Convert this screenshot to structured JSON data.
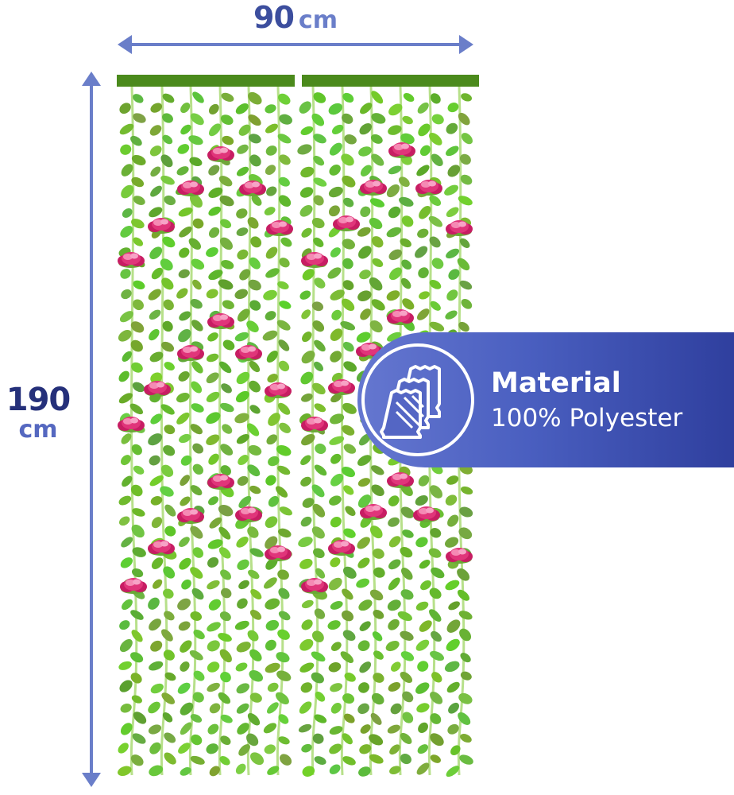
{
  "dimensions": {
    "width_value": "90",
    "width_unit": "cm",
    "height_value": "190",
    "height_unit": "cm"
  },
  "material_badge": {
    "title": "Material",
    "value": "100% Polyester",
    "icon": "fabric-layers-icon"
  },
  "colors": {
    "dimension_arrow": "#6a7ec9",
    "dimension_text": "#3c4e9e",
    "badge_start": "#6577d0",
    "badge_end": "#2f3f9e",
    "rail": "#4b8a1c",
    "leaf": "#7cc23a",
    "flower": "#e0357a"
  },
  "product": {
    "name": "flower-vine-curtain",
    "panels": 2,
    "strands_per_panel": 6
  }
}
